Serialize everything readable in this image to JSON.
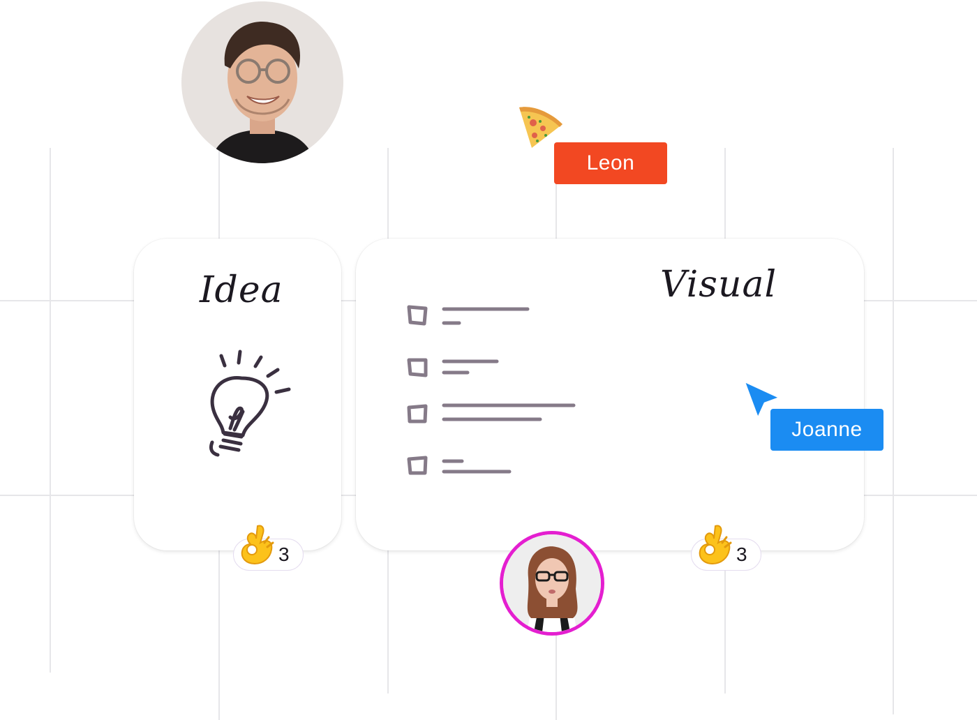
{
  "cards": [
    {
      "title": "Idea",
      "reaction": {
        "emoji": "ok-hand-icon",
        "count": "3"
      }
    },
    {
      "title": "Visual",
      "reaction": {
        "emoji": "ok-hand-icon",
        "count": "3"
      }
    }
  ],
  "collaborators": [
    {
      "name": "Leon",
      "color": "#f24822",
      "sticker": "pizza-icon"
    },
    {
      "name": "Joanne",
      "color": "#1b8cf2",
      "pointer": "cursor-arrow-icon"
    }
  ],
  "avatars": [
    {
      "role": "man-with-glasses-avatar"
    },
    {
      "role": "woman-with-glasses-avatar",
      "ring_color": "#e41fd0"
    }
  ],
  "colors": {
    "ink": "#1b1820",
    "checklist_ink": "#857a88",
    "grid": "#e6e6e9"
  }
}
